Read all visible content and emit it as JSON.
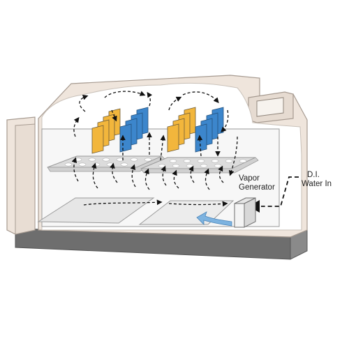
{
  "labels": {
    "vapor_line1": "Vapor",
    "vapor_line2": "Generator",
    "di_line1": "D.I.",
    "di_line2": "Water In"
  },
  "colors": {
    "cabinet": "#efe5dc",
    "cabinet_edge": "#a69a90",
    "cloud": "#ffffff",
    "chamber_interior": "#f7f7f7",
    "rack": "#dcdcdc",
    "base": "#6e6e6e",
    "panel_yellow": "#f2b63c",
    "panel_blue": "#3c86cc",
    "flow_arrow": "#7db3e0",
    "arrow": "#111111"
  },
  "icons": {
    "vapor_generator": "vapor-generator-box",
    "control_console": "control-console"
  }
}
